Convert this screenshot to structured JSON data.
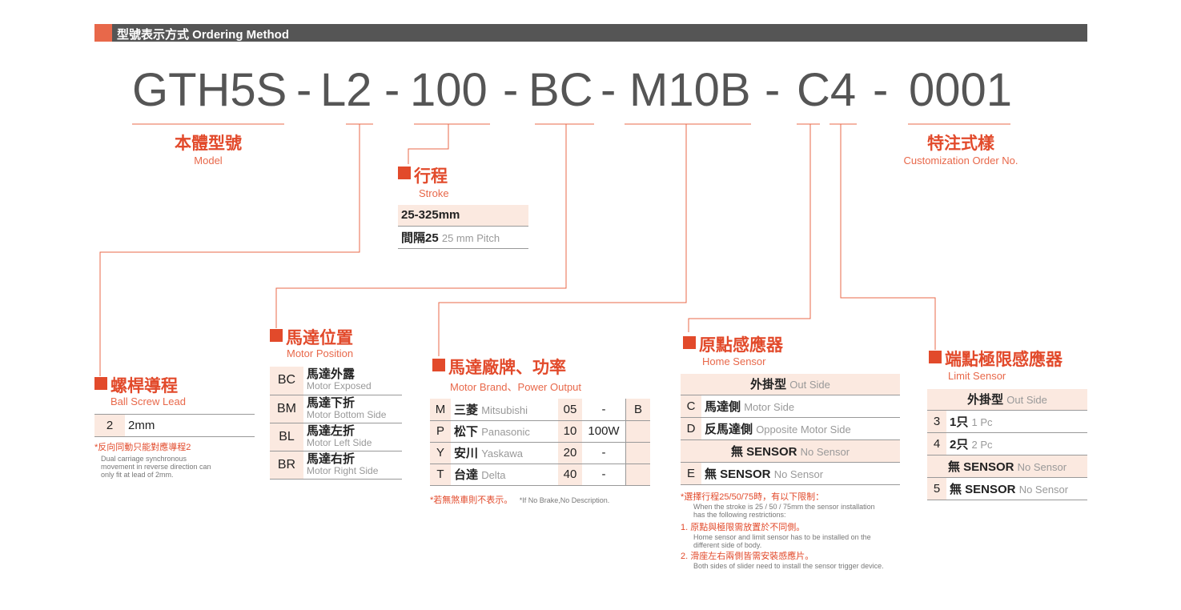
{
  "header": {
    "title": "型號表示方式 Ordering Method"
  },
  "code_parts": [
    "GTH5S",
    "-",
    "L2",
    "-",
    "100",
    "-",
    "BC",
    "-",
    "M10B",
    "-",
    "C4",
    "-",
    "0001"
  ],
  "model": {
    "zh": "本體型號",
    "en": "Model"
  },
  "custom": {
    "zh": "特注式樣",
    "en": "Customization Order No."
  },
  "stroke": {
    "zh": "行程",
    "en": "Stroke",
    "range": "25-325mm",
    "pitch_zh": "間隔25",
    "pitch_en": "25 mm Pitch"
  },
  "lead": {
    "zh": "螺桿導程",
    "en": "Ball Screw Lead",
    "code": "2",
    "value": "2mm",
    "note": "*反向同動只能對應導程2",
    "note_en1": "Dual carriage synchronous",
    "note_en2": "movement in reverse direction can",
    "note_en3": "only fit at lead of 2mm."
  },
  "motor_pos": {
    "zh": "馬達位置",
    "en": "Motor Position",
    "rows": [
      {
        "code": "BC",
        "zh": "馬達外露",
        "en": "Motor Exposed"
      },
      {
        "code": "BM",
        "zh": "馬達下折",
        "en": "Motor Bottom Side"
      },
      {
        "code": "BL",
        "zh": "馬達左折",
        "en": "Motor Left Side"
      },
      {
        "code": "BR",
        "zh": "馬達右折",
        "en": "Motor Right Side"
      }
    ]
  },
  "brand": {
    "zh": "馬達廠牌、功率",
    "en": "Motor Brand、Power Output",
    "rows": [
      {
        "code": "M",
        "zh": "三菱",
        "en": "Mitsubishi",
        "pcode": "05",
        "power": "-",
        "brake": "B"
      },
      {
        "code": "P",
        "zh": "松下",
        "en": "Panasonic",
        "pcode": "10",
        "power": "100W",
        "brake": ""
      },
      {
        "code": "Y",
        "zh": "安川",
        "en": "Yaskawa",
        "pcode": "20",
        "power": "-",
        "brake": ""
      },
      {
        "code": "T",
        "zh": "台達",
        "en": "Delta",
        "pcode": "40",
        "power": "-",
        "brake": ""
      }
    ],
    "note": "*若無煞車則不表示。",
    "note_en": "*If No Brake,No Description."
  },
  "home": {
    "zh": "原點感應器",
    "en": "Home Sensor",
    "group1_zh": "外掛型",
    "group1_en": "Out Side",
    "rows": [
      {
        "code": "C",
        "zh": "馬達側",
        "en": "Motor Side"
      },
      {
        "code": "D",
        "zh": "反馬達側",
        "en": "Opposite Motor Side"
      }
    ],
    "group2_zh": "無 SENSOR",
    "group2_en": "No Sensor",
    "row_e": {
      "code": "E",
      "zh": "無 SENSOR",
      "en": "No Sensor"
    },
    "note_title": "*選擇行程25/50/75時，有以下限制：",
    "note_en1": "When the stroke is 25 / 50 / 75mm the sensor installation",
    "note_en2": "has the following restrictions:",
    "r1_zh": "1. 原點與極限需放置於不同側。",
    "r1_en1": "Home sensor and limit sensor has to be installed on the",
    "r1_en2": "different side of body.",
    "r2_zh": "2. 滑座左右兩側皆需安裝感應片。",
    "r2_en": "Both sides of slider need to install the sensor trigger device."
  },
  "limit": {
    "zh": "端點極限感應器",
    "en": "Limit Sensor",
    "group1_zh": "外掛型",
    "group1_en": "Out Side",
    "rows": [
      {
        "code": "3",
        "zh": "1只",
        "en": "1 Pc"
      },
      {
        "code": "4",
        "zh": "2只",
        "en": "2 Pc"
      }
    ],
    "group2_zh": "無 SENSOR",
    "group2_en": "No Sensor",
    "row5": {
      "code": "5",
      "zh": "無 SENSOR",
      "en": "No Sensor"
    }
  },
  "colors": {
    "accent": "#e24a2b",
    "header_bg": "#555555",
    "pink": "#fbe9e0"
  }
}
